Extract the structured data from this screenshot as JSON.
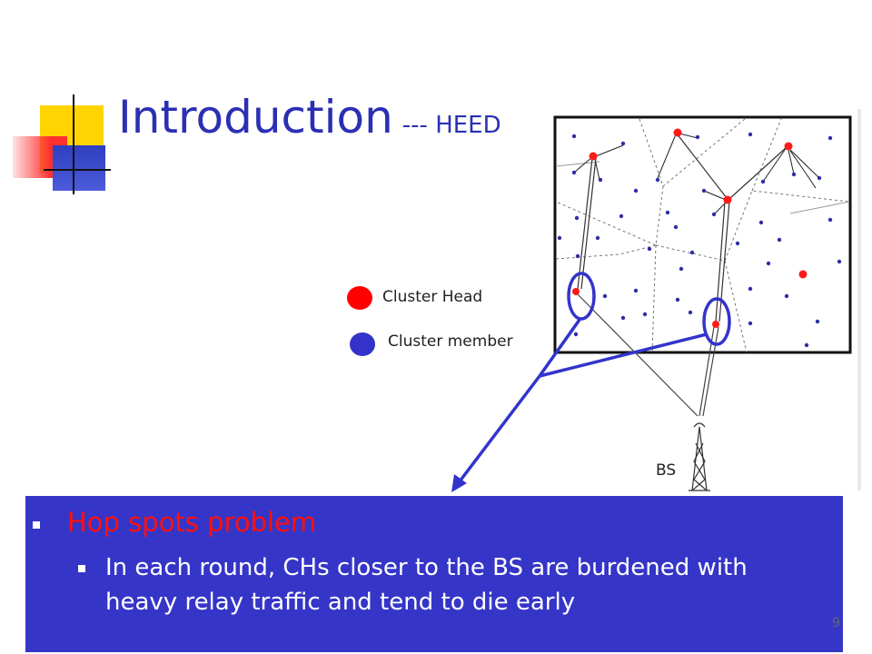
{
  "slide": {
    "title": "Introduction",
    "subtitle": "--- HEED",
    "legend": {
      "cluster_head": "Cluster Head",
      "cluster_member": "Cluster member"
    },
    "bs_label": "BS",
    "panel": {
      "heading": "Hop spots problem",
      "detail": "In each round, CHs closer to the BS are burdened with heavy relay traffic and tend to die early"
    },
    "page_number": "9"
  },
  "colors": {
    "title": "#2b2fb3",
    "cluster_head": "#ff0000",
    "cluster_member": "#3333cc",
    "panel_bg": "#3535c8",
    "heading_text": "#ff1010"
  }
}
